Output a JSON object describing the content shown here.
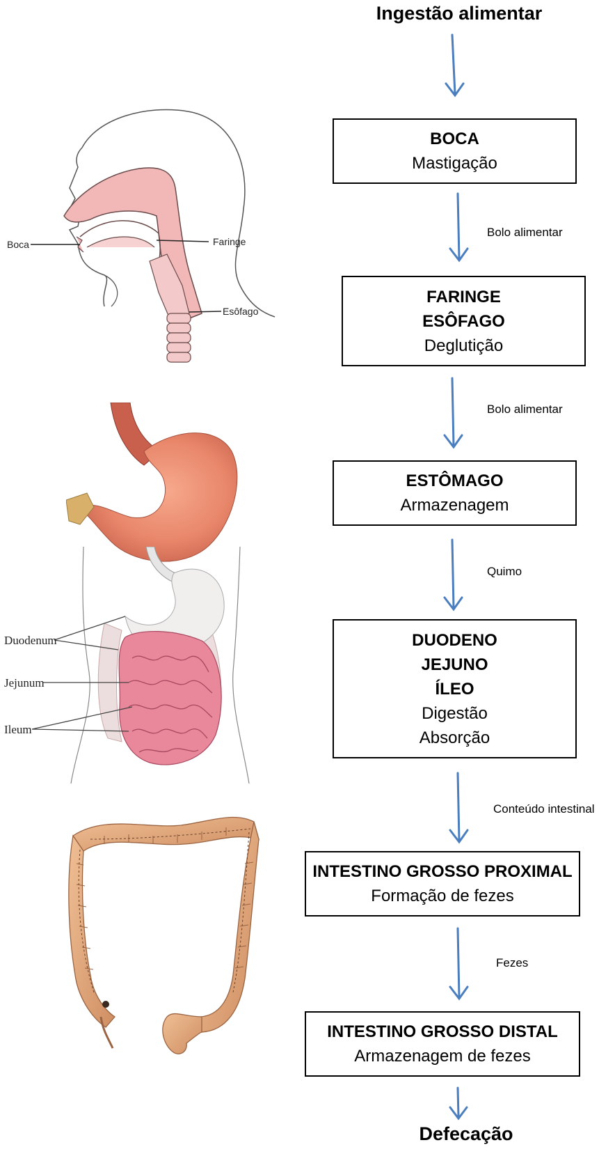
{
  "start": "Ingestão alimentar",
  "end": "Defecação",
  "stages": [
    {
      "lines": [
        "BOCA"
      ],
      "functions": [
        "Mastigação"
      ]
    },
    {
      "lines": [
        "FARINGE",
        "ESÔFAGO"
      ],
      "functions": [
        "Deglutição"
      ]
    },
    {
      "lines": [
        "ESTÔMAGO"
      ],
      "functions": [
        "Armazenagem"
      ]
    },
    {
      "lines": [
        "DUODENO",
        "JEJUNO",
        "ÍLEO"
      ],
      "functions": [
        "Digestão",
        "Absorção"
      ]
    },
    {
      "lines": [
        "INTESTINO GROSSO PROXIMAL"
      ],
      "functions": [
        "Formação de fezes"
      ]
    },
    {
      "lines": [
        "INTESTINO GROSSO DISTAL"
      ],
      "functions": [
        "Armazenagem de fezes"
      ]
    }
  ],
  "edge_labels": [
    "Bolo alimentar",
    "Bolo alimentar",
    "Quimo",
    "Conteúdo intestinal",
    "Fezes"
  ],
  "head_labels": {
    "boca": "Boca",
    "faringe": "Faringe",
    "esofago": "Esôfago"
  },
  "intestine_labels": {
    "duodenum": "Duodenum",
    "jejunum": "Jejunum",
    "ileum": "Ileum"
  },
  "colors": {
    "arrow": "#4a7ebf",
    "box_border": "#000000"
  }
}
